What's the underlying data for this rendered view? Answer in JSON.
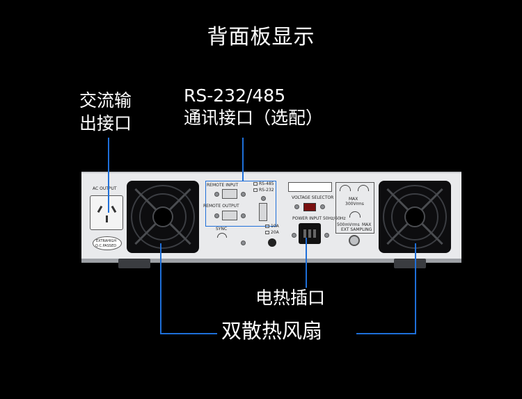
{
  "title": "背面板显示",
  "labels": {
    "ac_output_line1": "交流输",
    "ac_output_line2": "出接口",
    "rs_line1": "RS-232/485",
    "rs_line2": "通讯接口（选配）",
    "power_socket": "电热插口",
    "fans": "双散热风扇"
  },
  "panel": {
    "ac_output": "AC OUTPUT",
    "remote_input": "REMOTE INPUT",
    "remote_output": "REMOTE OUTPUT",
    "rs485": "RS-485",
    "rs232": "RS-232",
    "sync": "SYNC",
    "a10": "10A",
    "a20": "20A",
    "voltage_selector": "VOLTAGE SELECTOR",
    "power_input": "POWER INPUT 50Hz/60Hz",
    "max": "MAX",
    "max_val": "300Vrms",
    "sampling_val": "500mVrms",
    "sampling_max": "MAX",
    "ext_sampling": "EXT SAMPLING",
    "sticker_line1": "EXTRAHIGH",
    "sticker_line2": "Q.C.PASSED"
  },
  "colors": {
    "accent_line": "#1e6fd9",
    "background": "#000000"
  }
}
